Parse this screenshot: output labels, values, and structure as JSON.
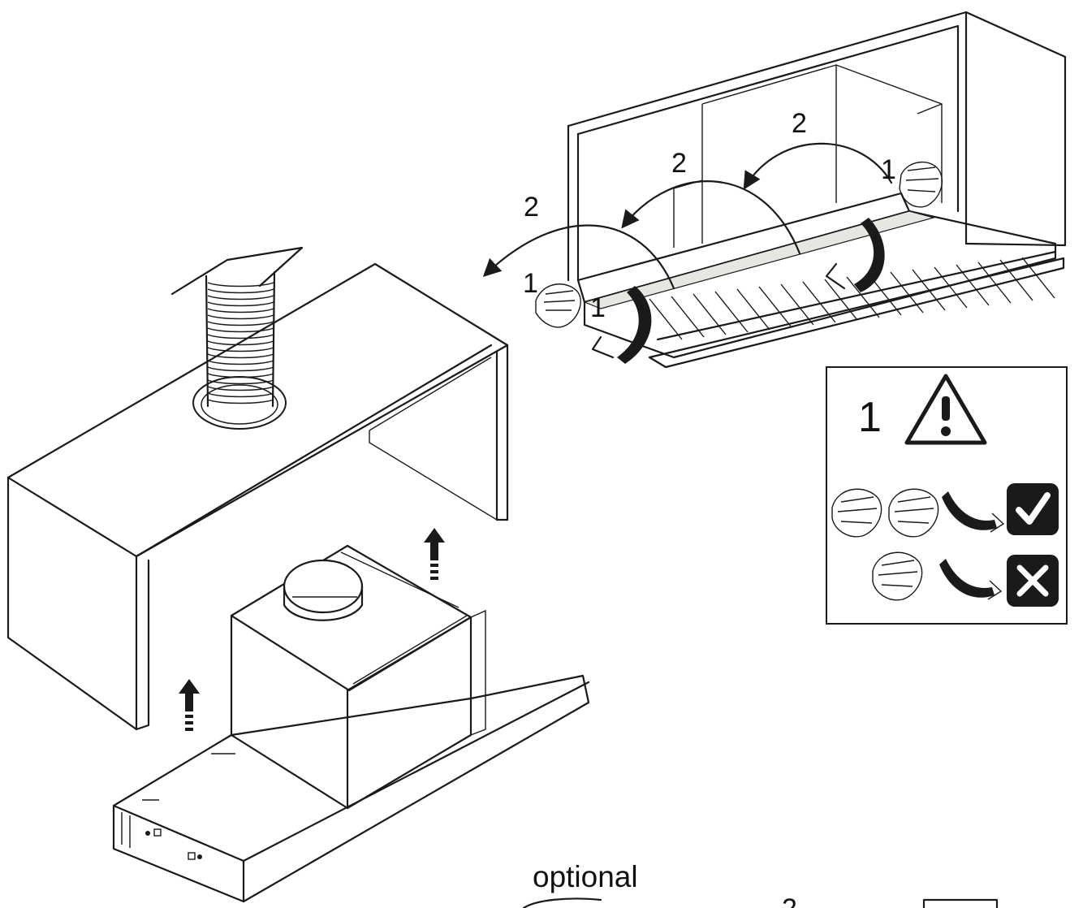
{
  "labels": {
    "step1": "1",
    "step2": "2",
    "optional": "optional"
  },
  "warning_panel": {
    "number": "1",
    "icon": "warning-triangle-icon",
    "row_ok_icon": "check-icon",
    "row_bad_icon": "cross-icon"
  },
  "colors": {
    "line": "#1a1a1a",
    "filter_panel": "#e8e6e0",
    "badge": "#1a1a1a"
  }
}
